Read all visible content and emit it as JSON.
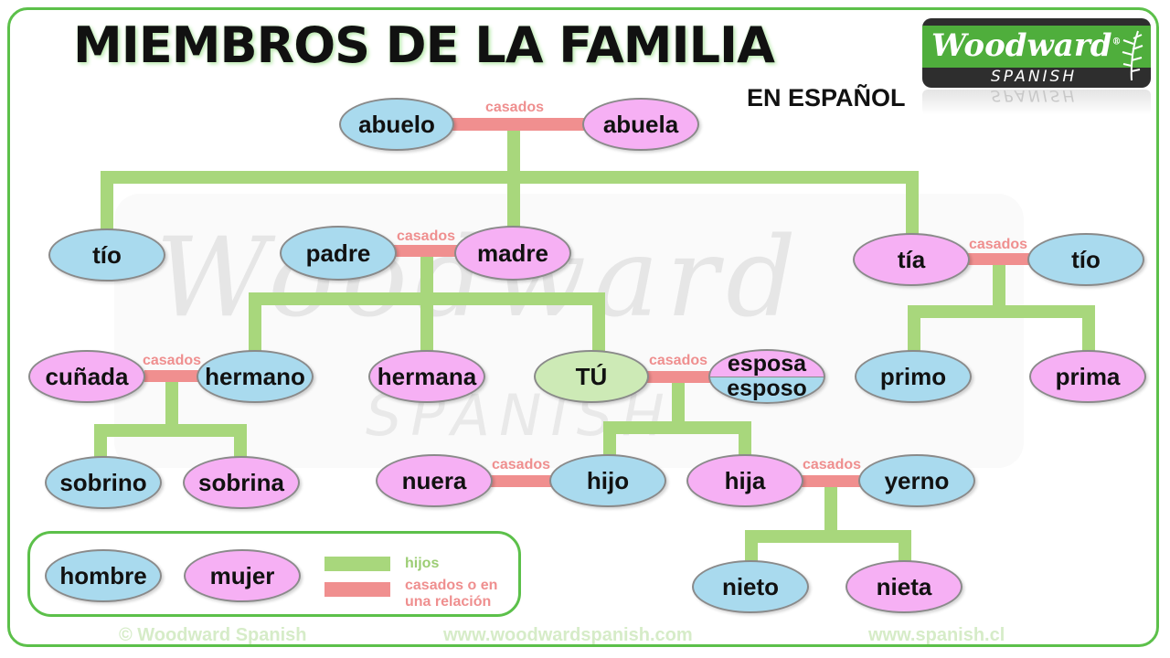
{
  "header": {
    "title": "MIEMBROS DE LA FAMILIA",
    "subtitle": "EN ESPAÑOL"
  },
  "logo": {
    "brand": "Woodward",
    "registered": "®",
    "tagline": "SPANISH"
  },
  "tree": {
    "married_label": "casados",
    "members": {
      "abuelo": "abuelo",
      "abuela": "abuela",
      "tio_left": "tío",
      "padre": "padre",
      "madre": "madre",
      "tia": "tía",
      "tio_right": "tío",
      "cunada": "cuñada",
      "hermano": "hermano",
      "hermana": "hermana",
      "tu": "TÚ",
      "esposa": "esposa",
      "esposo": "esposo",
      "primo": "primo",
      "prima": "prima",
      "sobrino": "sobrino",
      "sobrina": "sobrina",
      "nuera": "nuera",
      "hijo": "hijo",
      "hija": "hija",
      "yerno": "yerno",
      "nieto": "nieto",
      "nieta": "nieta"
    }
  },
  "legend": {
    "male": "hombre",
    "female": "mujer",
    "children": "hijos",
    "married_line1": "casados o en",
    "married_line2": "una relación"
  },
  "footer": {
    "copyright": "© Woodward Spanish",
    "site1": "www.woodwardspanish.com",
    "site2": "www.spanish.cl"
  },
  "watermark": {
    "word": "Woodward",
    "sub": "SPANISH"
  },
  "colors": {
    "male": "#a9daee",
    "female": "#f6b0f4",
    "you": "#cdeab6",
    "children_line": "#a8d77c",
    "married_line": "#f08f8f",
    "border": "#5cc04a"
  }
}
